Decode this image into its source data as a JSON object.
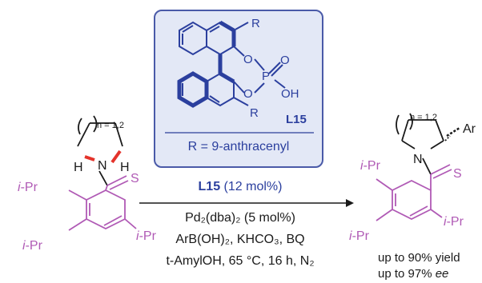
{
  "catalog_box": {
    "substituent": "R",
    "label": "L15",
    "r_definition": "R = 9-anthracenyl",
    "atoms": {
      "o": "O",
      "p": "P",
      "oh": "OH"
    }
  },
  "reactant": {
    "ring_size": "n = 1,2",
    "h": "H",
    "n": "N",
    "s": "S",
    "ipr": "i-Pr",
    "ipr_italic": "i",
    "ipr_rest": "-Pr"
  },
  "product": {
    "ring_size": "n = 1,2",
    "ar": "Ar",
    "n": "N",
    "s": "S"
  },
  "conditions": {
    "ligand_label": "L15",
    "ligand_loading": " (12 mol%)",
    "line1": "Pd₂(dba)₂ (5 mol%)",
    "line2": "ArB(OH)₂, KHCO₃, BQ",
    "line3": "t-AmylOH, 65 °C, 16 h, N₂"
  },
  "results": {
    "yield": "up to 90% yield",
    "ee_prefix": "up to 97% ",
    "ee_italic": "ee"
  },
  "colors": {
    "box_border": "#4a5aa8",
    "box_fill": "#e3e8f6",
    "accent_blue": "#2b3f9e",
    "aryl": "#b05ab5",
    "bond_red": "#e4332b",
    "ink": "#1a1a1a"
  }
}
